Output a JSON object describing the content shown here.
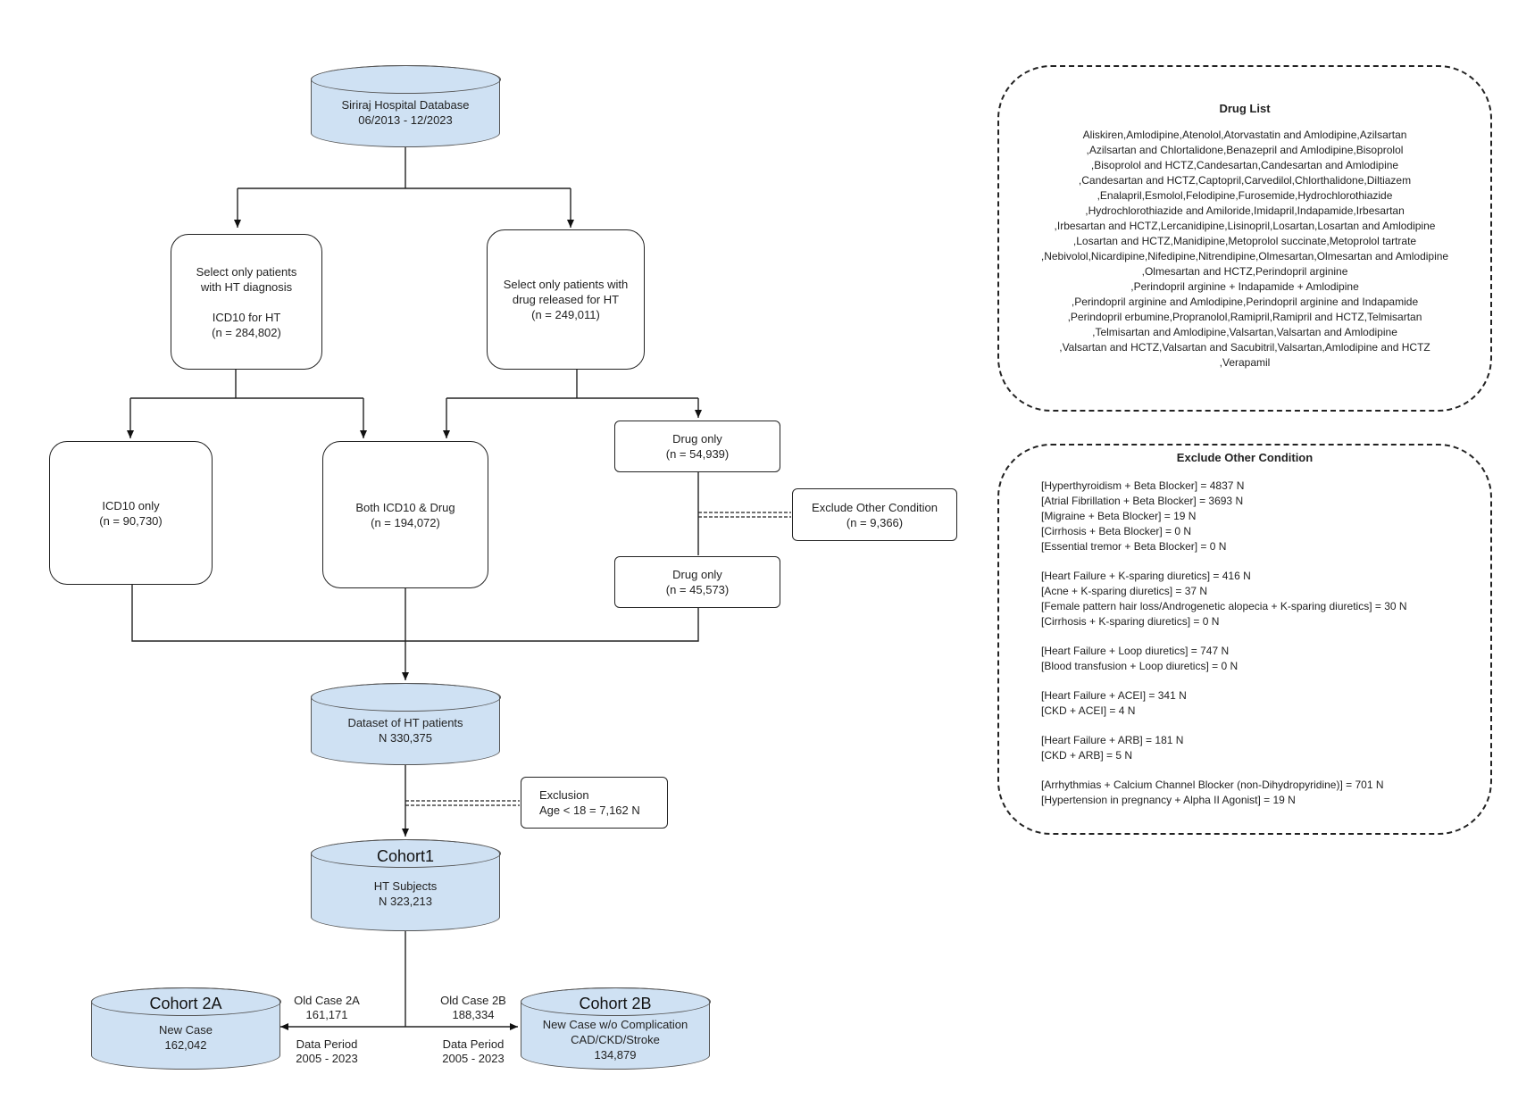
{
  "nodes": {
    "siriraj": {
      "line1": "Siriraj Hospital Database",
      "line2": "06/2013 - 12/2023"
    },
    "ht_diag": {
      "line1": "Select only patients",
      "line2": "with HT diagnosis",
      "line3": "ICD10 for HT",
      "line4": "(n = 284,802)"
    },
    "ht_drug": {
      "line1": "Select only patients with",
      "line2": "drug released for HT",
      "line3": "(n = 249,011)"
    },
    "icd_only": {
      "line1": "ICD10 only",
      "line2": "(n = 90,730)"
    },
    "both": {
      "line1": "Both ICD10 & Drug",
      "line2": "(n = 194,072)"
    },
    "drug_only_1": {
      "line1": "Drug only",
      "line2": "(n = 54,939)"
    },
    "exclude_other": {
      "line1": "Exclude Other Condition",
      "line2": "(n = 9,366)"
    },
    "drug_only_2": {
      "line1": "Drug only",
      "line2": "(n = 45,573)"
    },
    "dataset": {
      "line1": "Dataset of HT patients",
      "line2": "N 330,375"
    },
    "exclusion": {
      "line1": "Exclusion",
      "line2": "Age < 18 = 7,162 N"
    },
    "cohort1": {
      "title": "Cohort1",
      "line1": "HT Subjects",
      "line2": "N 323,213"
    },
    "cohort2a": {
      "title": "Cohort 2A",
      "line1": "New Case",
      "line2": "162,042"
    },
    "cohort2b": {
      "title": "Cohort 2B",
      "line1": "New Case w/o Complication",
      "line2": "CAD/CKD/Stroke",
      "line3": "134,879"
    }
  },
  "edge_labels": {
    "old_case_2a": {
      "line1": "Old Case 2A",
      "line2": "161,171"
    },
    "period_2a": {
      "line1": "Data Period",
      "line2": "2005 - 2023"
    },
    "old_case_2b": {
      "line1": "Old Case 2B",
      "line2": "188,334"
    },
    "period_2b": {
      "line1": "Data Period",
      "line2": "2005 - 2023"
    }
  },
  "drug_list": {
    "title": "Drug List",
    "lines": [
      "Aliskiren,Amlodipine,Atenolol,Atorvastatin and Amlodipine,Azilsartan",
      ",Azilsartan and Chlortalidone,Benazepril and Amlodipine,Bisoprolol",
      ",Bisoprolol and HCTZ,Candesartan,Candesartan and Amlodipine",
      ",Candesartan and HCTZ,Captopril,Carvedilol,Chlorthalidone,Diltiazem",
      ",Enalapril,Esmolol,Felodipine,Furosemide,Hydrochlorothiazide",
      ",Hydrochlorothiazide and Amiloride,Imidapril,Indapamide,Irbesartan",
      ",Irbesartan and HCTZ,Lercanidipine,Lisinopril,Losartan,Losartan and Amlodipine",
      ",Losartan and HCTZ,Manidipine,Metoprolol succinate,Metoprolol tartrate",
      ",Nebivolol,Nicardipine,Nifedipine,Nitrendipine,Olmesartan,Olmesartan and Amlodipine",
      ",Olmesartan and HCTZ,Perindopril arginine",
      ",Perindopril arginine + Indapamide + Amlodipine",
      ",Perindopril arginine and Amlodipine,Perindopril arginine and Indapamide",
      ",Perindopril erbumine,Propranolol,Ramipril,Ramipril and HCTZ,Telmisartan",
      ",Telmisartan and Amlodipine,Valsartan,Valsartan and Amlodipine",
      ",Valsartan and HCTZ,Valsartan and Sacubitril,Valsartan,Amlodipine and HCTZ",
      ",Verapamil"
    ]
  },
  "exclude_panel": {
    "title": "Exclude Other Condition",
    "groups": [
      [
        "[Hyperthyroidism + Beta Blocker] = 4837 N",
        "[Atrial Fibrillation + Beta Blocker] = 3693 N",
        "[Migraine + Beta Blocker] = 19 N",
        "[Cirrhosis + Beta Blocker] = 0 N",
        "[Essential tremor + Beta Blocker] = 0 N"
      ],
      [
        "[Heart Failure + K-sparing diuretics] = 416 N",
        "[Acne + K-sparing diuretics] = 37 N",
        "[Female pattern hair loss/Androgenetic alopecia + K-sparing diuretics] = 30 N",
        "[Cirrhosis + K-sparing diuretics] = 0 N"
      ],
      [
        "[Heart Failure + Loop diuretics] = 747 N",
        "[Blood transfusion + Loop diuretics] = 0 N"
      ],
      [
        "[Heart Failure + ACEI] = 341 N",
        "[CKD + ACEI] = 4 N"
      ],
      [
        "[Heart Failure + ARB] = 181 N",
        "[CKD + ARB] = 5 N"
      ],
      [
        "[Arrhythmias + Calcium Channel Blocker (non-Dihydropyridine)] = 701 N",
        "[Hypertension in pregnancy + Alpha II Agonist] = 19 N"
      ]
    ]
  }
}
